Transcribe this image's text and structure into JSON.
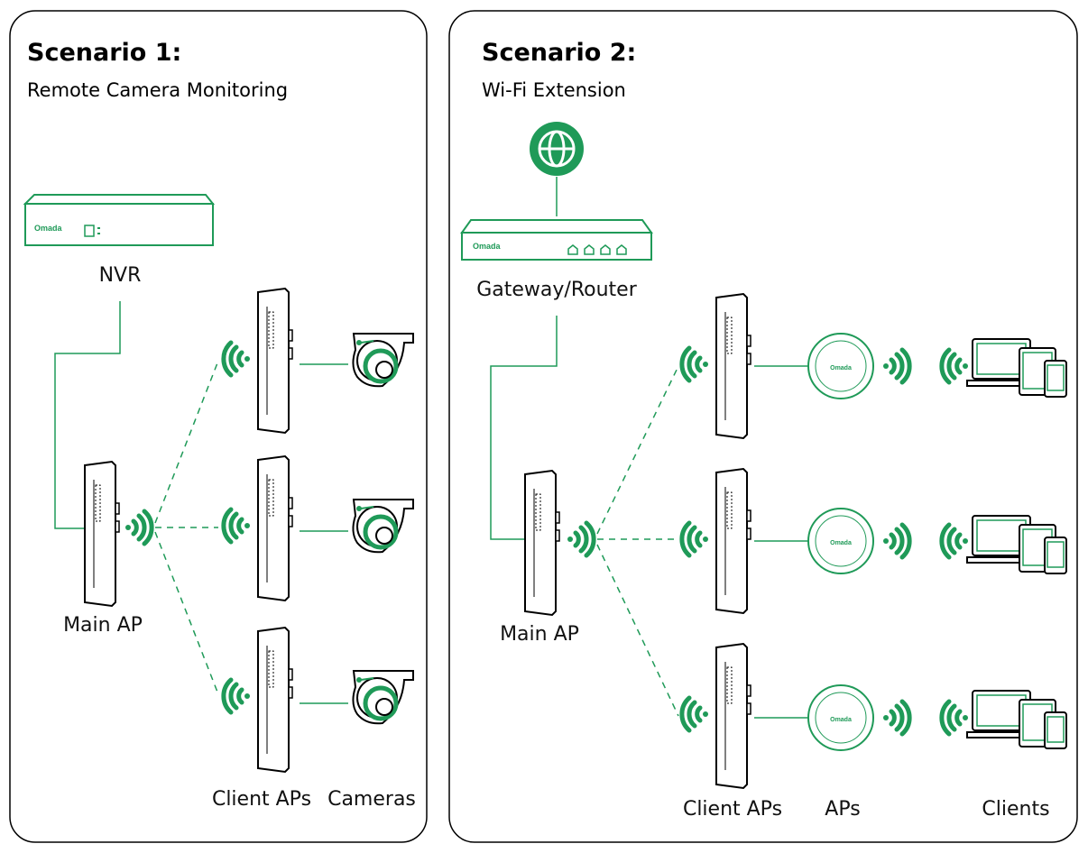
{
  "colors": {
    "accent": "#1f9a58",
    "line": "#1f9a58",
    "outline": "#000000"
  },
  "scenario1": {
    "title": "Scenario 1:",
    "subtitle": "Remote Camera Monitoring",
    "nvr_label": "NVR",
    "nvr_brand": "Omada",
    "main_ap_label": "Main AP",
    "client_aps_label": "Client APs",
    "cameras_label": "Cameras"
  },
  "scenario2": {
    "title": "Scenario 2:",
    "subtitle": "Wi-Fi Extension",
    "gateway_label": "Gateway/Router",
    "gateway_brand": "Omada",
    "main_ap_label": "Main AP",
    "client_aps_label": "Client APs",
    "aps_label": "APs",
    "clients_label": "Clients",
    "ap_brand": "Omada"
  },
  "icons": [
    "globe-icon",
    "wifi-signal-icon",
    "camera-icon",
    "laptop-icon",
    "tablet-icon",
    "phone-icon"
  ]
}
